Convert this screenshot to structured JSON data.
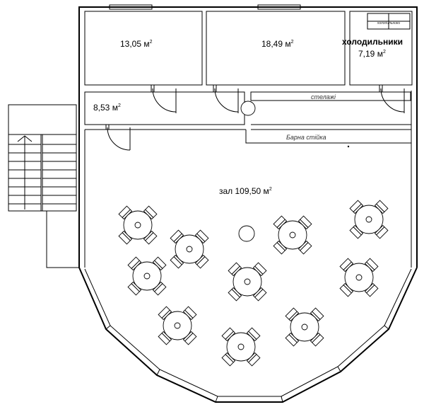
{
  "rooms": {
    "room1": {
      "area": "13,05 м",
      "sup": "2"
    },
    "room2": {
      "area": "18,49 м",
      "sup": "2"
    },
    "room3": {
      "name": "холодильники",
      "area": "7,19 м",
      "sup": "2"
    },
    "room4": {
      "area": "8,53 м",
      "sup": "2"
    },
    "hall": {
      "area": "зал 109,50 м",
      "sup": "2"
    }
  },
  "furniture": {
    "shelves_label": "стелажі",
    "bar_counter_label": "Барна стійка",
    "fridge_label": "холодильники"
  },
  "tables_count": 10
}
